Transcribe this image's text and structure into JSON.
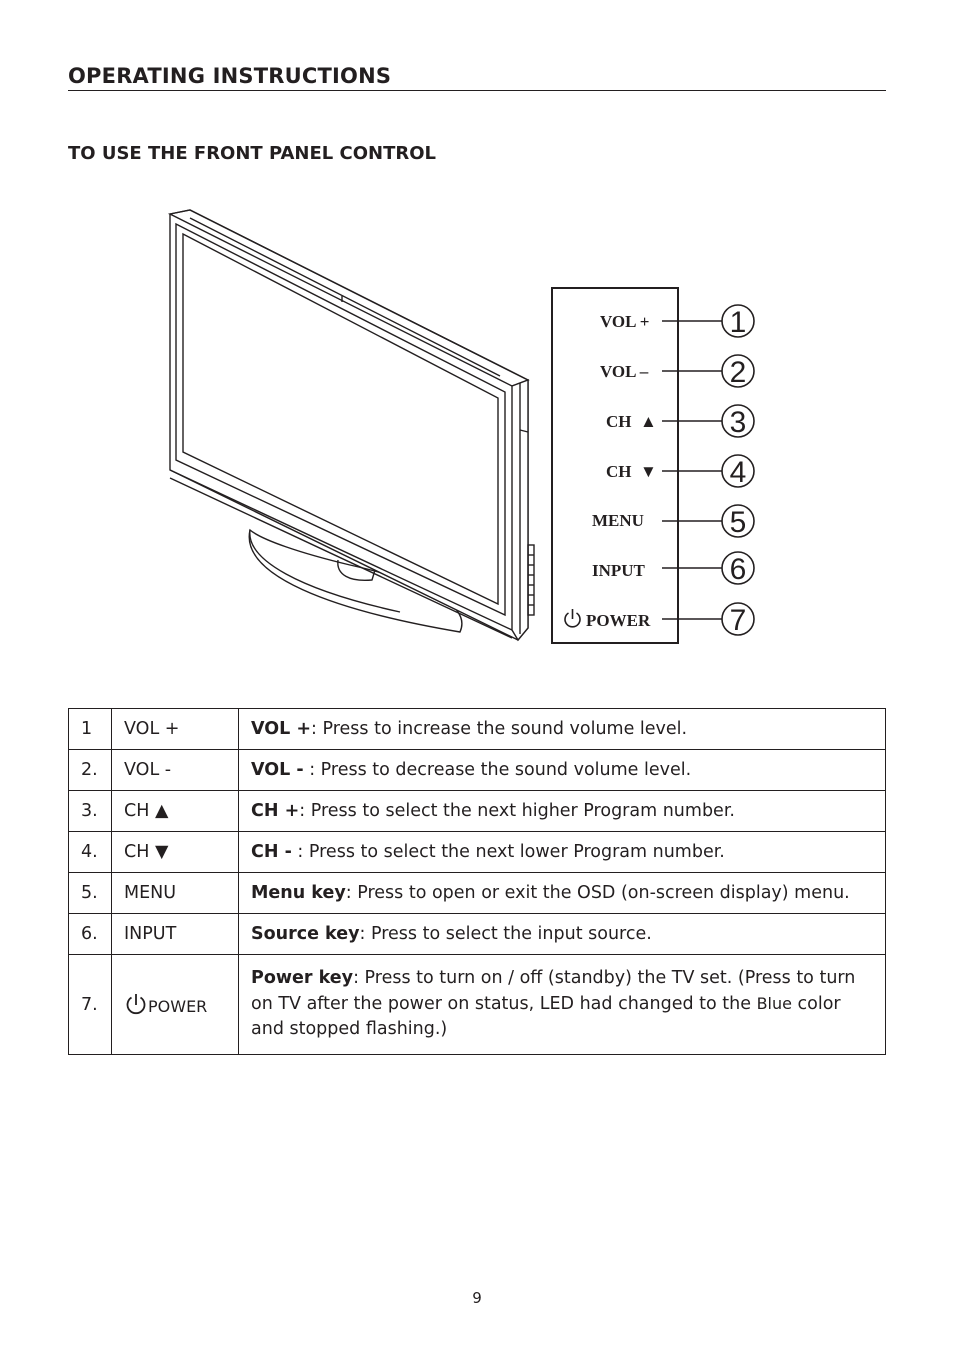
{
  "header": {
    "section_title": "OPERATING INSTRUCTIONS",
    "sub_title": "TO USE THE FRONT PANEL CONTROL"
  },
  "panel": {
    "labels": [
      "VOL +",
      "VOL –",
      "CH  ▲",
      "CH  ▼",
      "MENU",
      "INPUT",
      "POWER"
    ],
    "numbers": [
      "1",
      "2",
      "3",
      "4",
      "5",
      "6",
      "7"
    ]
  },
  "table": {
    "rows": [
      {
        "num": "1",
        "name": "VOL +",
        "key": "VOL +",
        "desc": ": Press to increase the sound volume level."
      },
      {
        "num": "2.",
        "name": "VOL -",
        "key": "VOL -",
        "desc": " : Press to decrease the sound volume level."
      },
      {
        "num": "3.",
        "name": "CH ▲",
        "key": "CH +",
        "desc": ": Press to select the next higher Program number."
      },
      {
        "num": "4.",
        "name": "CH ▼",
        "key": "CH -",
        "desc": " : Press to select the next lower Program number."
      },
      {
        "num": "5.",
        "name": "MENU",
        "key": "Menu key",
        "desc": ": Press to open or exit the OSD (on-screen display) menu."
      },
      {
        "num": "6.",
        "name": "INPUT",
        "key": "Source key",
        "desc": ": Press to select the input source."
      },
      {
        "num": "7.",
        "name": "POWER",
        "key": "Power key",
        "desc": ": Press to turn on / off (standby) the TV set. (Press to turn on TV after the power on status, LED had changed to the ",
        "desc_small": "Blue",
        "desc_end": " color and stopped flashing.)"
      }
    ]
  },
  "footer": {
    "page_number": "9"
  }
}
